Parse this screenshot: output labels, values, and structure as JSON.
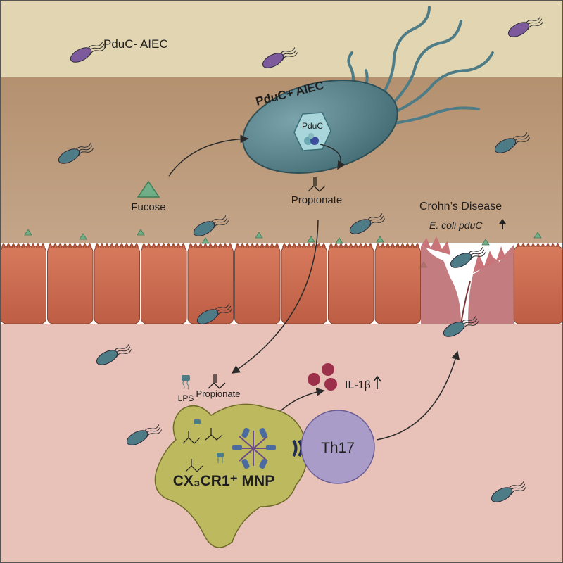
{
  "labels": {
    "pduc_minus": "PduC- AIEC",
    "pduc_plus": "PduC+ AIEC",
    "pduc": "PduC",
    "fucose": "Fucose",
    "propionate_lumen": "Propionate",
    "crohns": "Crohn’s Disease",
    "ecoli": "E. coli pduC",
    "lps": "LPS",
    "propionate_tissue": "Propionate",
    "il1b": "IL-1β",
    "th17": "Th17",
    "mnp": "CX₃CR1⁺ MNP"
  },
  "icons": [
    "up-arrow-icon",
    "propionate-molecule-icon",
    "lps-molecule-icon",
    "fucose-triangle-icon"
  ],
  "colors": {
    "mucus": "#e2d5b2",
    "lumen": "#b89678",
    "epithelium": "#c96a4f",
    "tissue": "#e8c2b8",
    "bacteria_minus": "#7d5a9c",
    "bacteria_plus": "#4e7c86",
    "mnp": "#bdb95f",
    "th17": "#a99cc9",
    "il1b": "#9c2f4a",
    "fucose": "#6fae86"
  }
}
